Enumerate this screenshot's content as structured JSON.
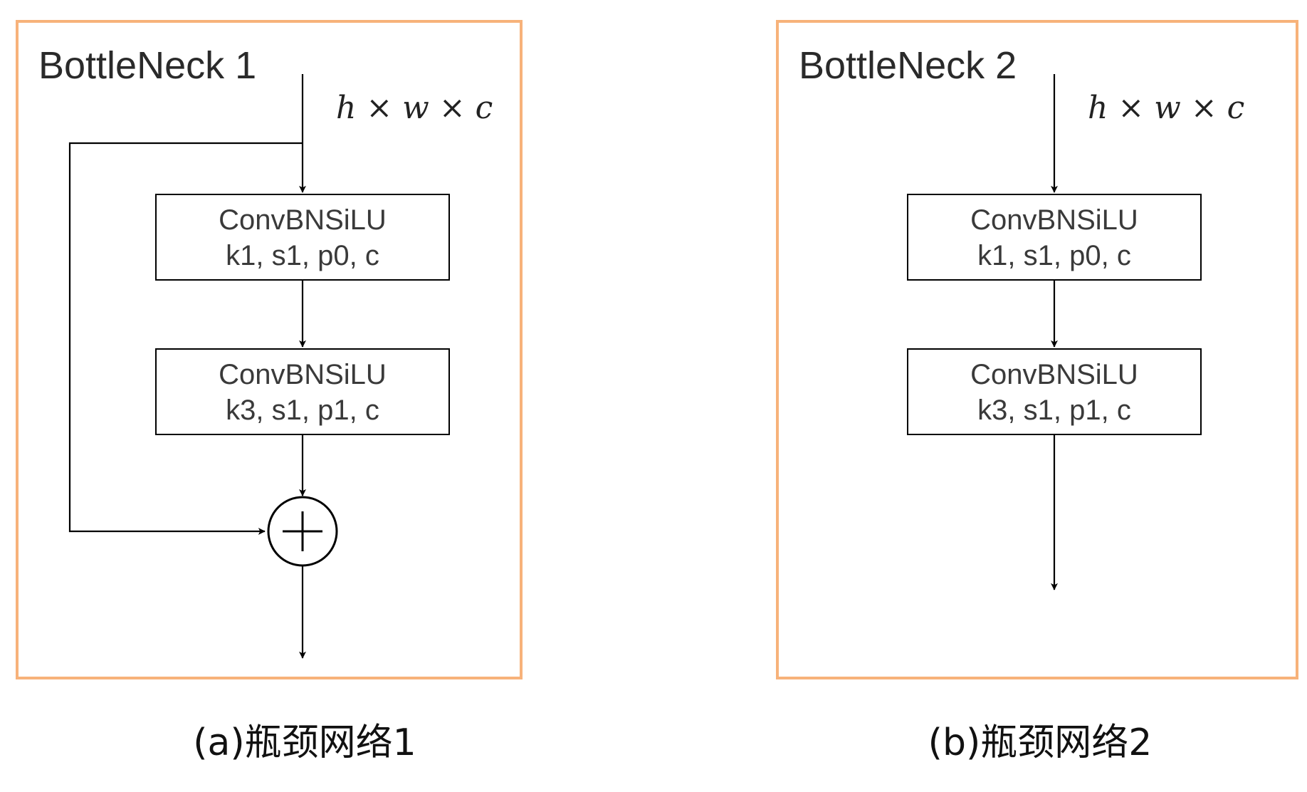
{
  "panels": [
    {
      "title": "BottleNeck 1",
      "input_dims": "h × w × c",
      "blocks": [
        {
          "name": "ConvBNSiLU",
          "params": "k1, s1, p0, c"
        },
        {
          "name": "ConvBNSiLU",
          "params": "k3, s1, p1, c"
        }
      ],
      "add_symbol": "+",
      "caption": "(a)瓶颈网络1"
    },
    {
      "title": "BottleNeck 2",
      "input_dims": "h × w × c",
      "blocks": [
        {
          "name": "ConvBNSiLU",
          "params": "k1, s1, p0, c"
        },
        {
          "name": "ConvBNSiLU",
          "params": "k3, s1, p1, c"
        }
      ],
      "caption": "(b)瓶颈网络2"
    }
  ],
  "colors": {
    "frame": "#f7b27a",
    "line": "#000000"
  }
}
